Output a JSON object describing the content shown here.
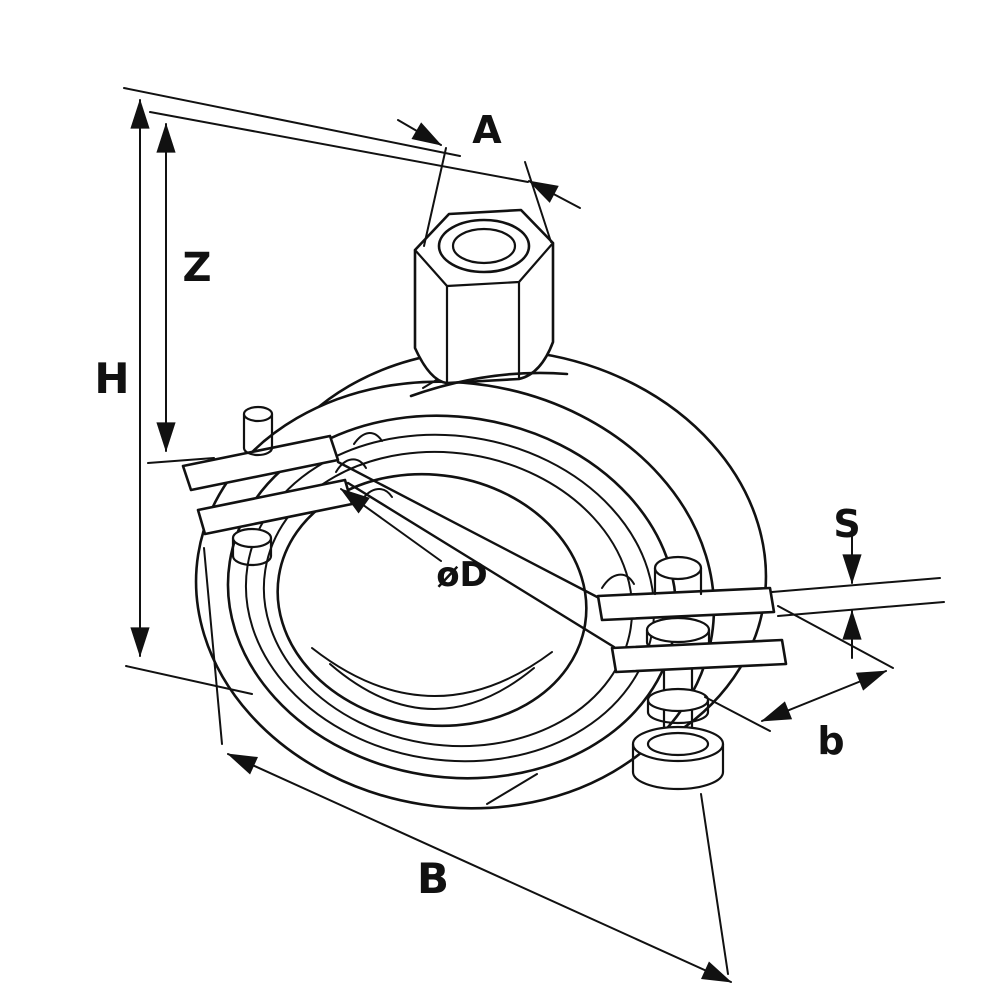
{
  "diagram": {
    "labels": {
      "A": "A",
      "Z": "Z",
      "H": "H",
      "S": "S",
      "diameter": "øD",
      "b": "b",
      "B": "B"
    }
  },
  "colors": {
    "line": "#111111",
    "background": "#ffffff"
  }
}
